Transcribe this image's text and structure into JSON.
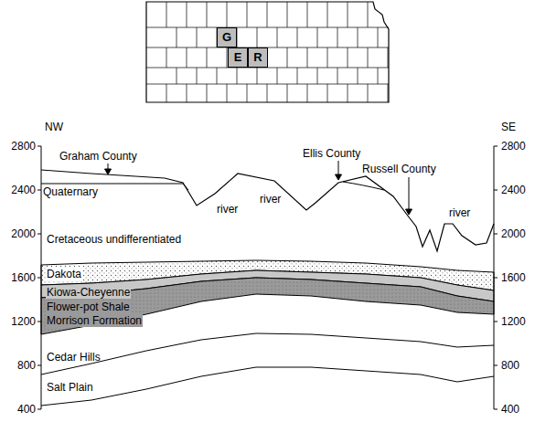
{
  "diagram": {
    "nodes": [
      {
        "text": [
          "G"
        ]
      },
      {
        "text": [
          "E"
        ]
      },
      {
        "text": [
          "R"
        ]
      }
    ],
    "labels": [
      "NW",
      "SE",
      "2800",
      "2400",
      "2000",
      "1600",
      "1200",
      "800",
      "400",
      "2800",
      "2400",
      "2000",
      "1600",
      "1200",
      "800",
      "400",
      "Graham County",
      "Ellis County",
      "Russell County",
      "Quaternary",
      "river",
      "river",
      "river",
      "Cretaceous undifferentiated",
      "Dakota",
      "Kiowa-Cheyenne",
      "Flower-pot Shale",
      "Morrison Formation",
      "Cedar Hills",
      "Salt Plain"
    ]
  }
}
